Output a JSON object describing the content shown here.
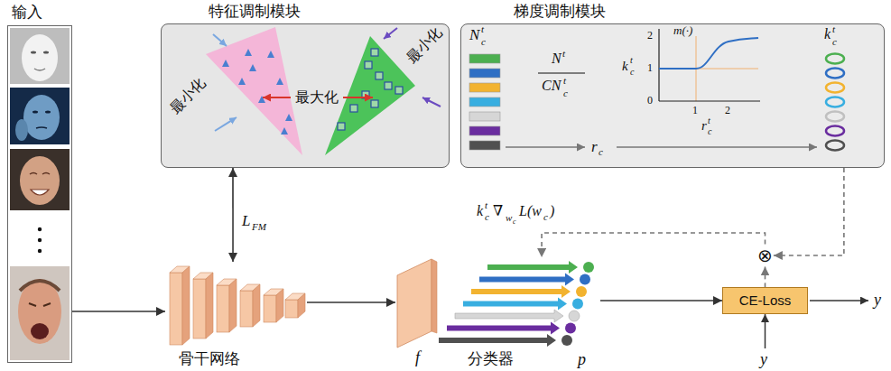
{
  "diagram": {
    "nodes": [
      {
        "text": [
          "输入"
        ]
      },
      {
        "text": [
          "特征调制模块"
        ]
      },
      {
        "text": [
          "梯度调制模块"
        ]
      },
      {
        "text": [
          "骨干网络"
        ]
      },
      {
        "text": [
          "f"
        ]
      },
      {
        "text": [
          "分类器"
        ]
      },
      {
        "text": [
          "CE-Loss"
        ]
      },
      {
        "text": [
          "⊗"
        ]
      }
    ],
    "edges": [
      {
        "from": 0,
        "to": 3,
        "arrow": "to"
      },
      {
        "from": 1,
        "to": 3,
        "arrow": "both"
      },
      {
        "from": 3,
        "to": 4,
        "arrow": "to"
      },
      {
        "from": 5,
        "to": 6,
        "arrow": "to"
      },
      {
        "from": 2,
        "to": 7,
        "arrow": "to"
      },
      {
        "from": 6,
        "to": 7,
        "arrow": "to"
      },
      {
        "from": 7,
        "to": 5,
        "arrow": "to"
      }
    ],
    "labels": [
      "最小化",
      "最大化",
      "最小化",
      "N",
      "t",
      "c",
      "N",
      "t",
      "CN",
      "t",
      "c",
      "r",
      "c",
      "m(·)",
      "k",
      "t",
      "c",
      "2",
      "1",
      "0",
      "1",
      "2",
      "r",
      "t",
      "c",
      "k",
      "t",
      "c",
      "L",
      "FM",
      "k",
      "t",
      "c",
      "∇",
      "w",
      "c",
      "L(w",
      "c",
      ")",
      "p",
      "y",
      "y"
    ]
  }
}
